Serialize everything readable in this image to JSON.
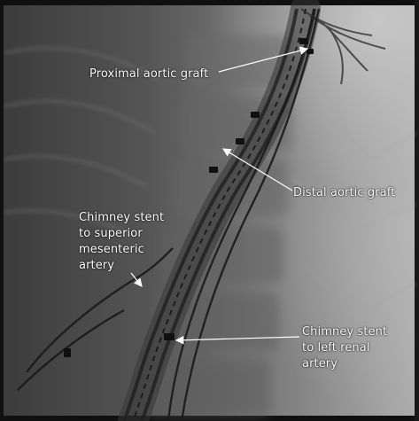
{
  "image": {
    "kind": "fluoroscopy",
    "background": "#5d5d5d",
    "border_color": "#050505"
  },
  "annotations": {
    "proximal_aortic_graft": "Proximal aortic graft",
    "distal_aortic_graft": "Distal aortic graft",
    "chimney_sma": "Chimney stent\nto superior\nmesenteric\nartery",
    "chimney_renal": "Chimney stent\nto left renal\nartery"
  },
  "annotation_style": {
    "text_color": "#ffffff",
    "arrow_color": "#ffffff"
  }
}
